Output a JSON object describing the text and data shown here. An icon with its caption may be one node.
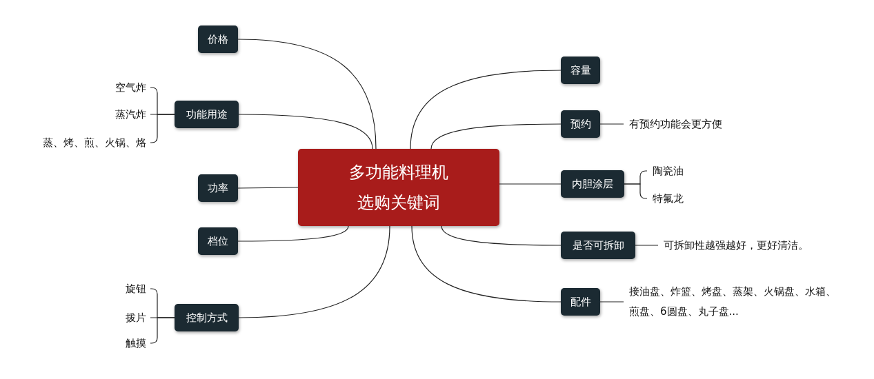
{
  "diagram": {
    "nodes": [
      {
        "text": [
          "多功能料理机选购关键词"
        ]
      },
      {
        "text": [
          "价格"
        ]
      },
      {
        "text": [
          "功能用途"
        ]
      },
      {
        "text": [
          "空气炸"
        ]
      },
      {
        "text": [
          "蒸汽炸"
        ]
      },
      {
        "text": [
          "蒸、烤、煎、火锅、烙"
        ]
      },
      {
        "text": [
          "功率"
        ]
      },
      {
        "text": [
          "档位"
        ]
      },
      {
        "text": [
          "控制方式"
        ]
      },
      {
        "text": [
          "旋钮"
        ]
      },
      {
        "text": [
          "拨片"
        ]
      },
      {
        "text": [
          "触摸"
        ]
      },
      {
        "text": [
          "容量"
        ]
      },
      {
        "text": [
          "预约"
        ]
      },
      {
        "text": [
          "有预约功能会更方便"
        ]
      },
      {
        "text": [
          "内胆涂层"
        ]
      },
      {
        "text": [
          "陶瓷油"
        ]
      },
      {
        "text": [
          "特氟龙"
        ]
      },
      {
        "text": [
          "是否可拆卸"
        ]
      },
      {
        "text": [
          "可拆卸性越强越好，更好清洁。"
        ]
      },
      {
        "text": [
          "配件"
        ]
      },
      {
        "text": [
          "接油盘、炸篮、烤盘、蒸架、火锅盘、水箱、煎盘、6圆盘、丸子盘..."
        ]
      }
    ],
    "edges": [
      {
        "from": 0,
        "to": 1,
        "arrow": "none"
      },
      {
        "from": 0,
        "to": 2,
        "arrow": "none"
      },
      {
        "from": 2,
        "to": 3,
        "arrow": "none"
      },
      {
        "from": 2,
        "to": 4,
        "arrow": "none"
      },
      {
        "from": 2,
        "to": 5,
        "arrow": "none"
      },
      {
        "from": 0,
        "to": 6,
        "arrow": "none"
      },
      {
        "from": 0,
        "to": 7,
        "arrow": "none"
      },
      {
        "from": 0,
        "to": 8,
        "arrow": "none"
      },
      {
        "from": 8,
        "to": 9,
        "arrow": "none"
      },
      {
        "from": 8,
        "to": 10,
        "arrow": "none"
      },
      {
        "from": 8,
        "to": 11,
        "arrow": "none"
      },
      {
        "from": 0,
        "to": 12,
        "arrow": "none"
      },
      {
        "from": 0,
        "to": 13,
        "arrow": "none"
      },
      {
        "from": 13,
        "to": 14,
        "arrow": "none"
      },
      {
        "from": 0,
        "to": 15,
        "arrow": "none"
      },
      {
        "from": 15,
        "to": 16,
        "arrow": "none"
      },
      {
        "from": 15,
        "to": 17,
        "arrow": "none"
      },
      {
        "from": 0,
        "to": 18,
        "arrow": "none"
      },
      {
        "from": 18,
        "to": 19,
        "arrow": "none"
      },
      {
        "from": 0,
        "to": 20,
        "arrow": "none"
      },
      {
        "from": 20,
        "to": 21,
        "arrow": "none"
      }
    ]
  }
}
